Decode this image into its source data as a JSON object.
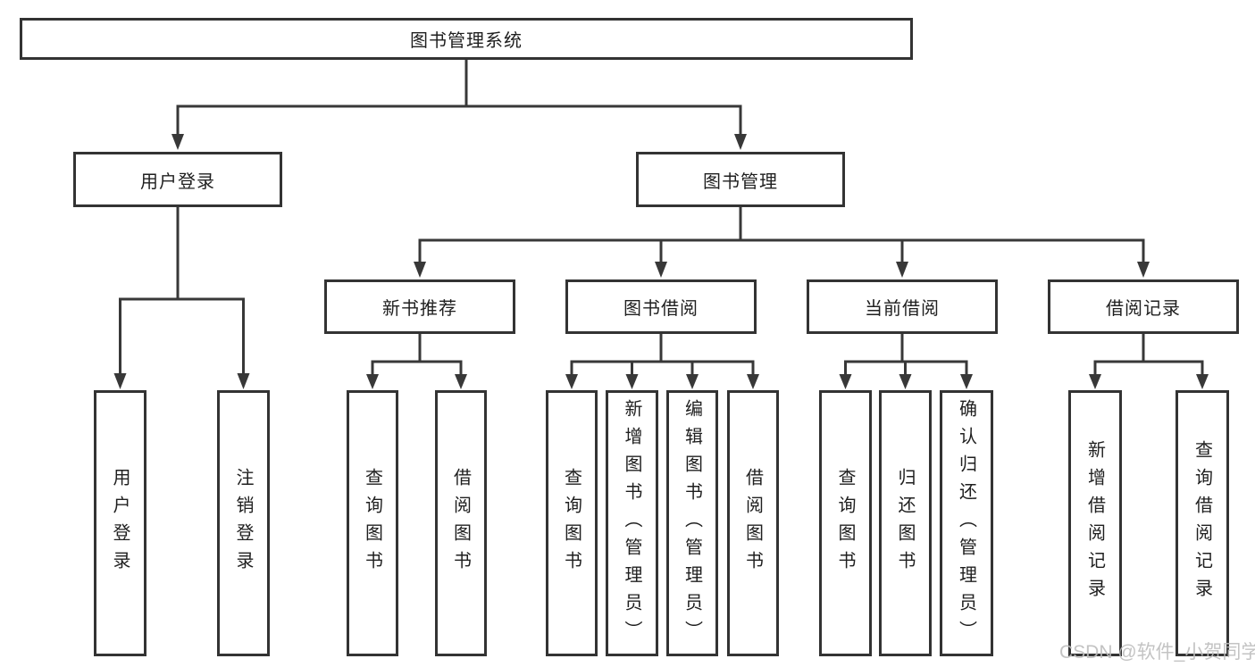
{
  "diagram": {
    "colors": {
      "line": "#383838",
      "box_border": "#333333",
      "text": "#1f1f1f",
      "watermark": "#bdbdbd",
      "background": "#ffffff"
    },
    "tree": {
      "root": "图书管理系统",
      "level2": [
        "用户登录",
        "图书管理"
      ],
      "level3": [
        "新书推荐",
        "图书借阅",
        "当前借阅",
        "借阅记录"
      ],
      "user_login_children": [
        "用户登录",
        "注销登录"
      ],
      "new_book_children": [
        "查询图书",
        "借阅图书"
      ],
      "book_borrow_children": [
        "查询图书",
        "新增图书（管理员）",
        "编辑图书（管理员）",
        "借阅图书"
      ],
      "current_borrow_children": [
        "查询图书",
        "归还图书",
        "确认归还（管理员）"
      ],
      "borrow_record_children": [
        "新增借阅记录",
        "查询借阅记录"
      ]
    },
    "watermark": "CSDN @软件_小贺同学"
  }
}
